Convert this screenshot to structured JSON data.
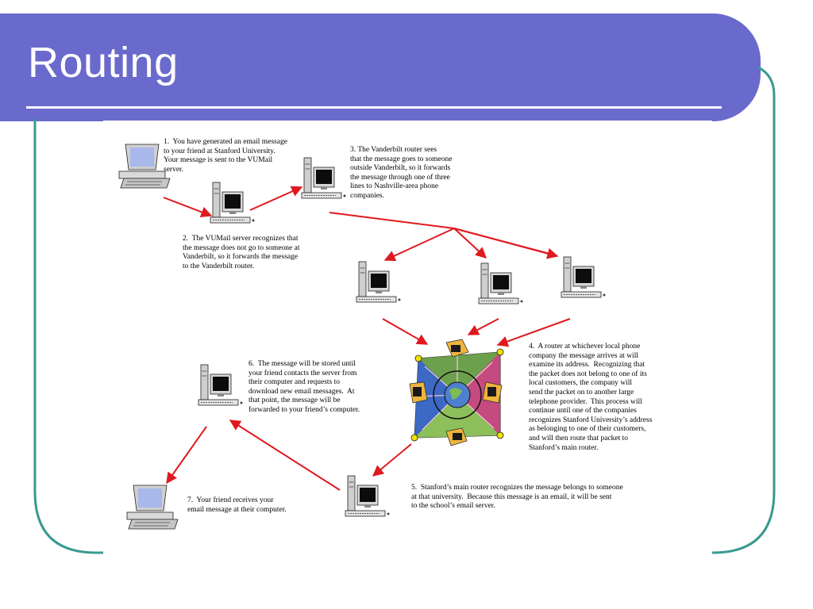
{
  "slide": {
    "title": "Routing",
    "colors": {
      "header": "#6a6acd",
      "frame": "#3a9a90",
      "arrow": "#e0191f"
    }
  },
  "diagram": {
    "steps": [
      {
        "id": "1",
        "text": "1.  You have generated an email message\nto your friend at Stanford University.\nYour message is sent to the VUMail\nserver."
      },
      {
        "id": "2",
        "text": "2.  The VUMail server recognizes that\nthe message does not go to someone at\nVanderbilt, so it forwards the message\nto the Vanderbilt router."
      },
      {
        "id": "3",
        "text": "3. The Vanderbilt router sees\nthat the message goes to someone\noutside Vanderbilt, so it forwards\nthe message through one of three\nlines to Nashville-area phone\ncompanies."
      },
      {
        "id": "4",
        "text": "4.  A router at whichever local phone\ncompany the message arrives at will\nexamine its address.  Recognizing that\nthe packet does not belong to one of its\nlocal customers, the company will\nsend the packet on to another large\ntelephone provider.  This process will\ncontinue until one of the companies\nrecognizes Stanford University’s address\nas belonging to one of their customers,\nand will then route that packet to\nStanford’s main router."
      },
      {
        "id": "5",
        "text": "5.  Stanford’s main router recognizes the message belongs to someone\nat that university.  Because this message is an email, it will be sent\nto the school’s email server."
      },
      {
        "id": "6",
        "text": "6.  The message will be stored until\nyour friend contacts the server from\ntheir computer and requests to\ndownload new email messages.  At\nthat point, the message will be\nforwarded to your friend’s computer."
      },
      {
        "id": "7",
        "text": "7.  Your friend receives your\nemail message at their computer."
      }
    ],
    "node_icons": {
      "desktop": "desktop-computer-icon",
      "tower": "tower-computer-icon",
      "network": "network-globe-icon"
    }
  }
}
